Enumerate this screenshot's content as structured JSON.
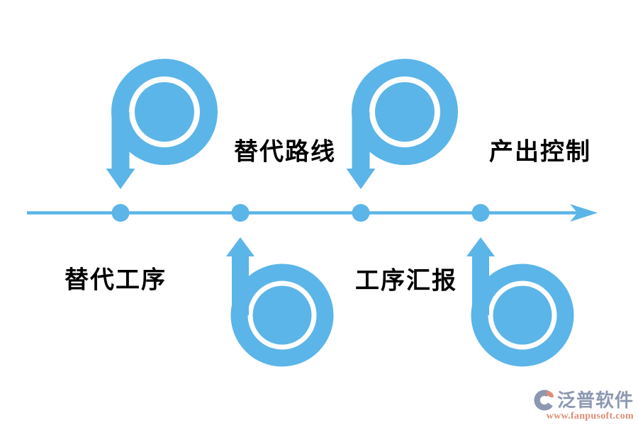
{
  "diagram": {
    "type": "horizontal-timeline-with-loop-arrows",
    "milestone_count": 4,
    "labels": [
      {
        "text": "替代路线",
        "row": "above-line"
      },
      {
        "text": "产出控制",
        "row": "above-line"
      },
      {
        "text": "替代工序",
        "row": "below-line"
      },
      {
        "text": "工序汇报",
        "row": "below-line"
      }
    ]
  },
  "watermark": {
    "brand": "泛普软件",
    "url": "www.fanpusoft.com"
  },
  "colors": {
    "accent": "#5BB5E8",
    "label": "#000000",
    "brand": "#8C98B0",
    "url_color": "#DE8D76",
    "background": "#FFFFFF"
  }
}
